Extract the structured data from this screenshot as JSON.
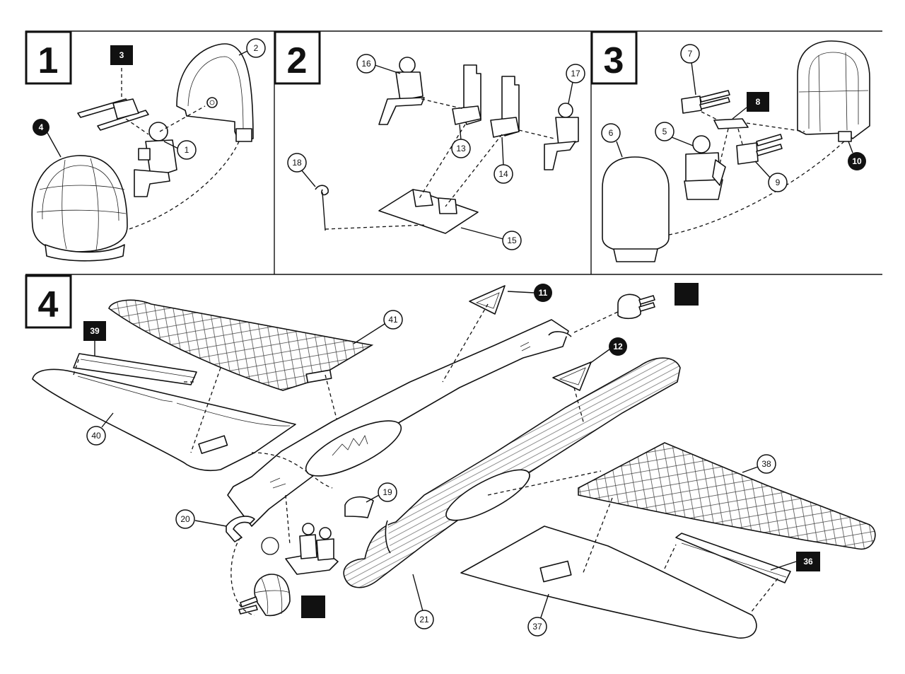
{
  "steps": [
    {
      "number": "1"
    },
    {
      "number": "2"
    },
    {
      "number": "3"
    },
    {
      "number": "4"
    }
  ],
  "step1": {
    "callouts": {
      "part1": "1",
      "part2": "2",
      "part3": "3",
      "part4": "4"
    }
  },
  "step2": {
    "callouts": {
      "part13": "13",
      "part14": "14",
      "part15": "15",
      "part16": "16",
      "part17": "17",
      "part18": "18"
    }
  },
  "step3": {
    "callouts": {
      "part5": "5",
      "part6": "6",
      "part7": "7",
      "part8": "8",
      "part9": "9",
      "part10": "10"
    }
  },
  "step4": {
    "callouts": {
      "part11": "11",
      "part12": "12",
      "part19": "19",
      "part20": "20",
      "part21": "21",
      "part36": "36",
      "part37": "37",
      "part38": "38",
      "part39": "39",
      "part40": "40",
      "part41": "41"
    }
  },
  "colors": {
    "ink": "#111111",
    "paper": "#ffffff"
  }
}
